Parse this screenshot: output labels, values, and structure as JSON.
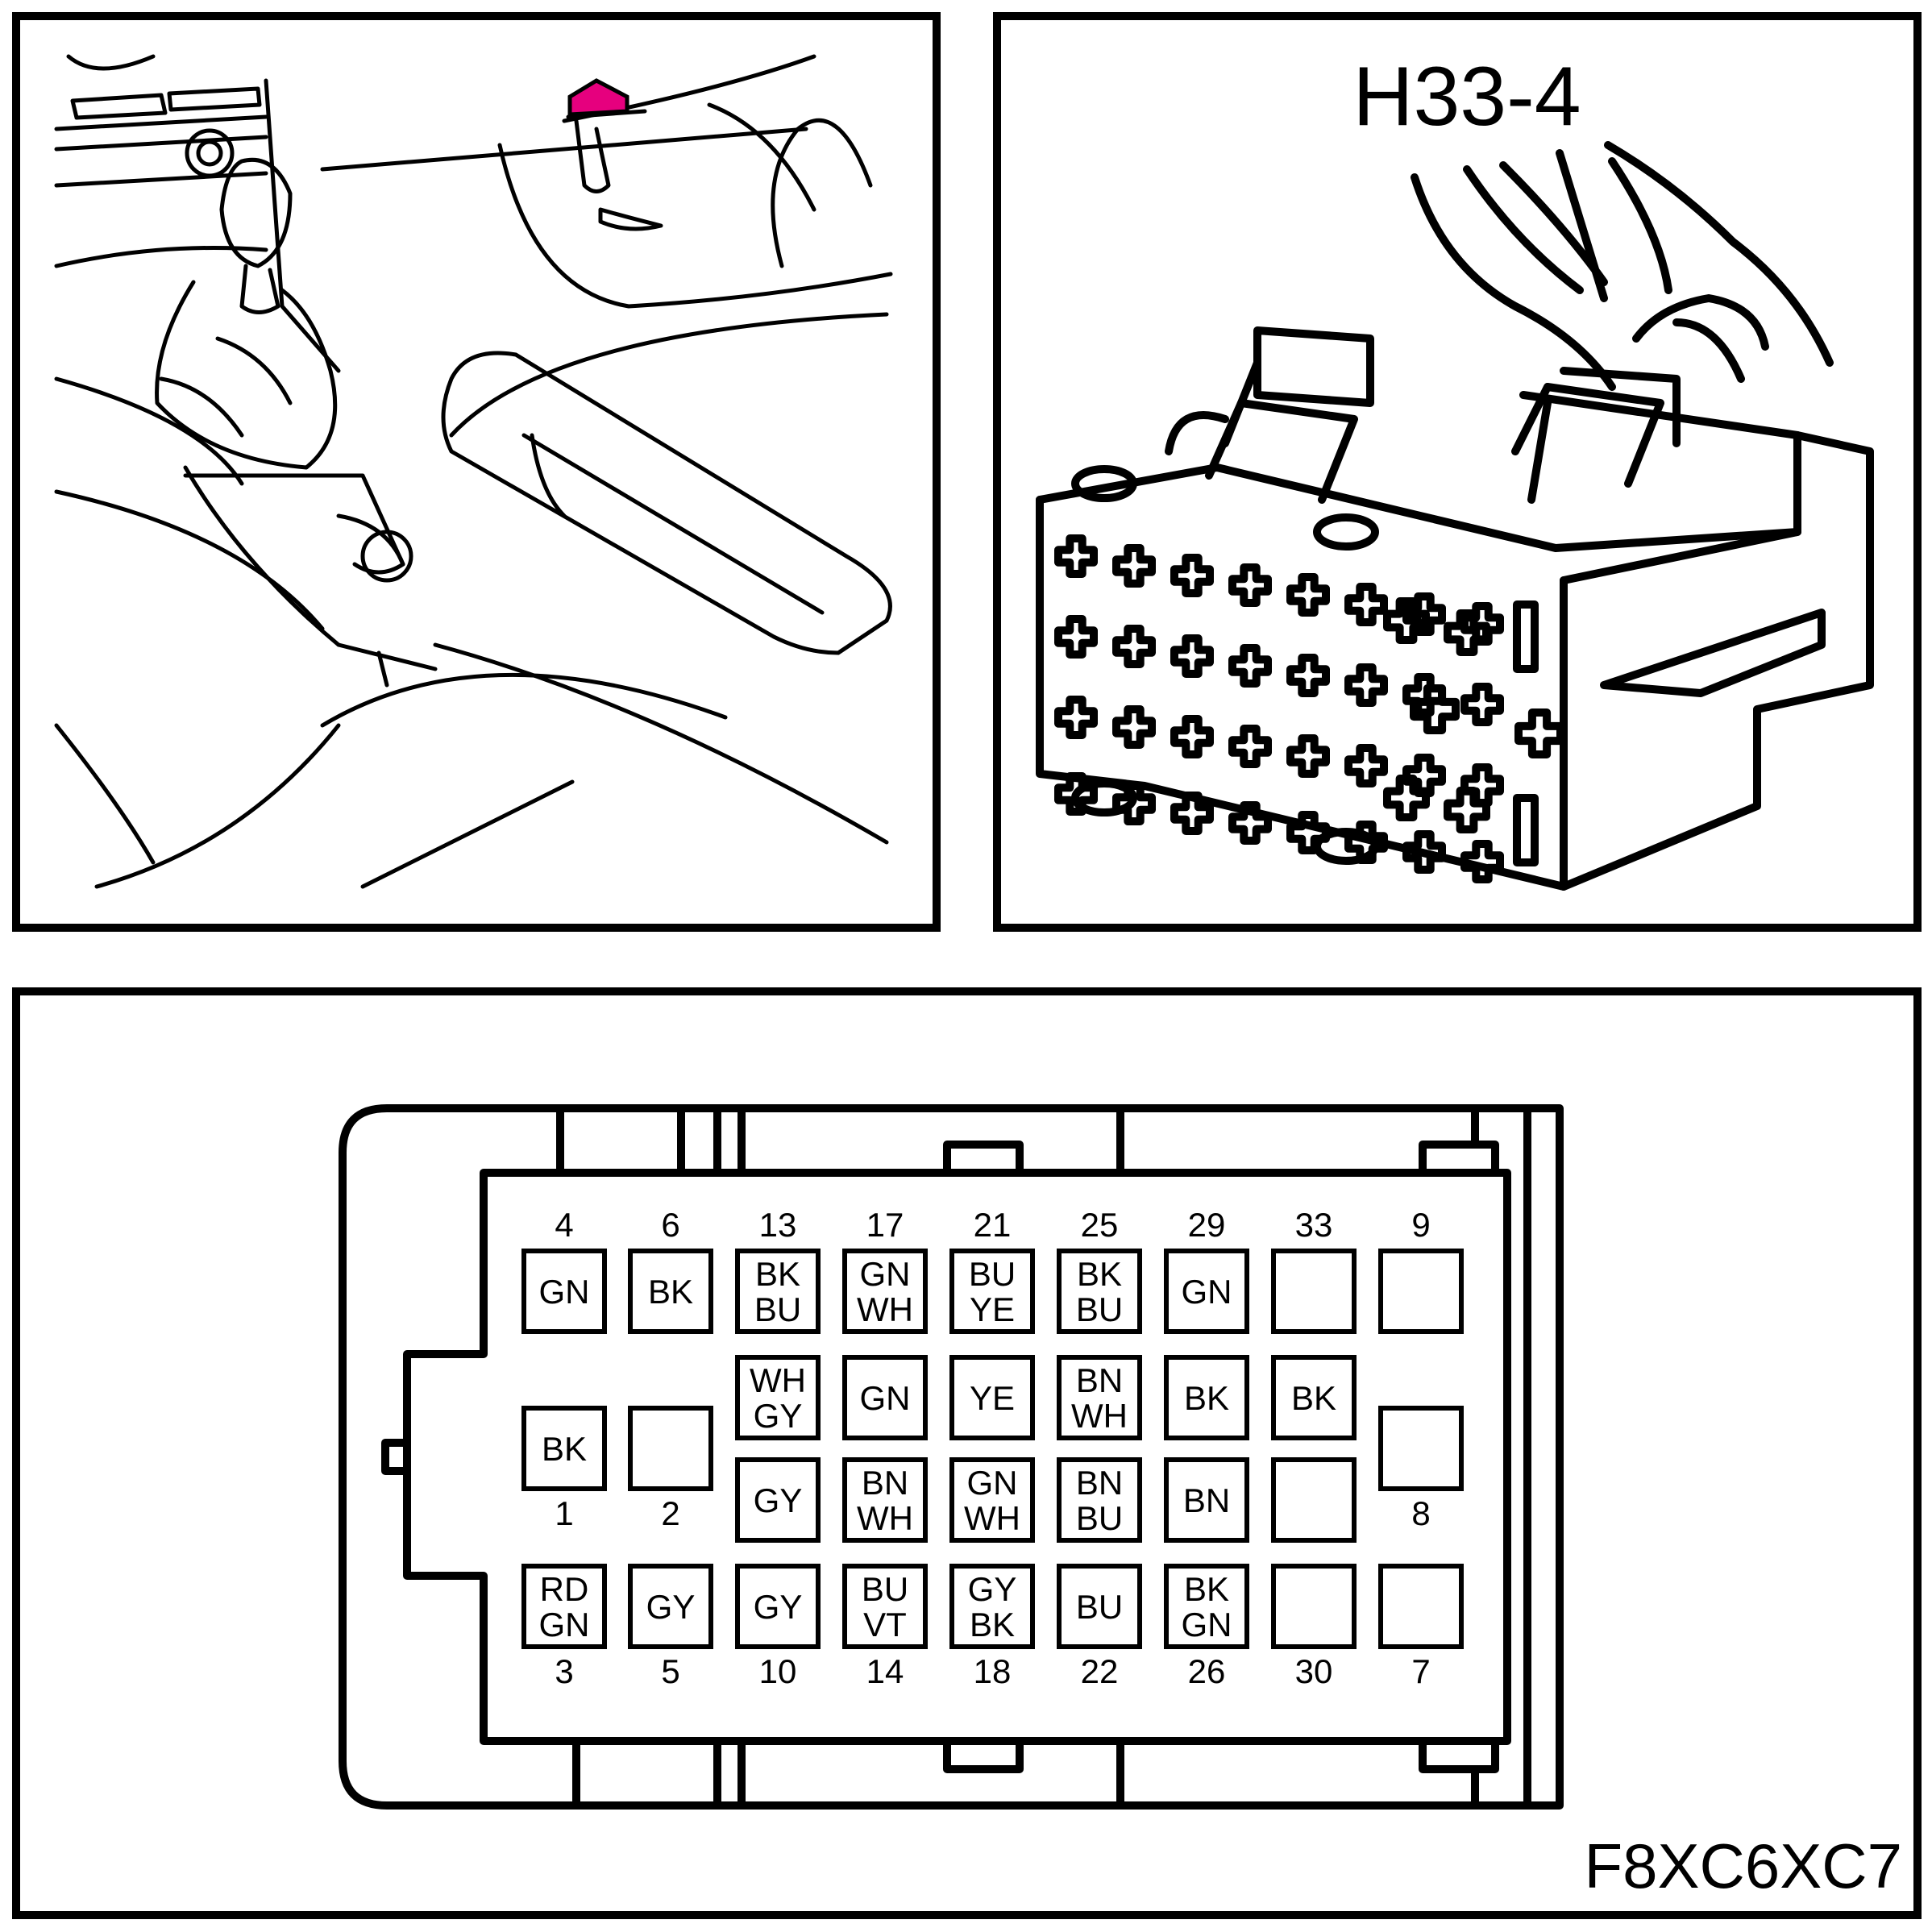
{
  "connector_label": "H33-4",
  "figure_code": "F8XC6XC7",
  "highlight_color": "#e6007e",
  "pins": [
    {
      "num": "4",
      "colors": [
        "GN"
      ],
      "row": 0,
      "col": 0
    },
    {
      "num": "6",
      "colors": [
        "BK"
      ],
      "row": 0,
      "col": 1
    },
    {
      "num": "13",
      "colors": [
        "BK",
        "BU"
      ],
      "row": 0,
      "col": 2
    },
    {
      "num": "17",
      "colors": [
        "GN",
        "WH"
      ],
      "row": 0,
      "col": 3
    },
    {
      "num": "21",
      "colors": [
        "BU",
        "YE"
      ],
      "row": 0,
      "col": 4
    },
    {
      "num": "25",
      "colors": [
        "BK",
        "BU"
      ],
      "row": 0,
      "col": 5
    },
    {
      "num": "29",
      "colors": [
        "GN"
      ],
      "row": 0,
      "col": 6
    },
    {
      "num": "33",
      "colors": [],
      "row": 0,
      "col": 7
    },
    {
      "num": "9",
      "colors": [],
      "row": 0,
      "col": 8
    },
    {
      "num": "",
      "colors": [
        "WH",
        "GY"
      ],
      "row": 1,
      "col": 2
    },
    {
      "num": "",
      "colors": [
        "GN"
      ],
      "row": 1,
      "col": 3
    },
    {
      "num": "",
      "colors": [
        "YE"
      ],
      "row": 1,
      "col": 4
    },
    {
      "num": "",
      "colors": [
        "BN",
        "WH"
      ],
      "row": 1,
      "col": 5
    },
    {
      "num": "",
      "colors": [
        "BK"
      ],
      "row": 1,
      "col": 6
    },
    {
      "num": "",
      "colors": [
        "BK"
      ],
      "row": 1,
      "col": 7
    },
    {
      "num": "1",
      "colors": [
        "BK"
      ],
      "row": 1.5,
      "col": 0
    },
    {
      "num": "2",
      "colors": [],
      "row": 1.5,
      "col": 1
    },
    {
      "num": "8",
      "colors": [],
      "row": 1.5,
      "col": 8
    },
    {
      "num": "",
      "colors": [
        "GY"
      ],
      "row": 2,
      "col": 2
    },
    {
      "num": "",
      "colors": [
        "BN",
        "WH"
      ],
      "row": 2,
      "col": 3
    },
    {
      "num": "",
      "colors": [
        "GN",
        "WH"
      ],
      "row": 2,
      "col": 4
    },
    {
      "num": "",
      "colors": [
        "BN",
        "BU"
      ],
      "row": 2,
      "col": 5
    },
    {
      "num": "",
      "colors": [
        "BN"
      ],
      "row": 2,
      "col": 6
    },
    {
      "num": "",
      "colors": [],
      "row": 2,
      "col": 7
    },
    {
      "num": "3",
      "colors": [
        "RD",
        "GN"
      ],
      "row": 3,
      "col": 0
    },
    {
      "num": "5",
      "colors": [
        "GY"
      ],
      "row": 3,
      "col": 1
    },
    {
      "num": "10",
      "colors": [
        "GY"
      ],
      "row": 3,
      "col": 2
    },
    {
      "num": "14",
      "colors": [
        "BU",
        "VT"
      ],
      "row": 3,
      "col": 3
    },
    {
      "num": "18",
      "colors": [
        "GY",
        "BK"
      ],
      "row": 3,
      "col": 4
    },
    {
      "num": "22",
      "colors": [
        "BU"
      ],
      "row": 3,
      "col": 5
    },
    {
      "num": "26",
      "colors": [
        "BK",
        "GN"
      ],
      "row": 3,
      "col": 6
    },
    {
      "num": "30",
      "colors": [],
      "row": 3,
      "col": 7
    },
    {
      "num": "7",
      "colors": [],
      "row": 3,
      "col": 8
    }
  ]
}
